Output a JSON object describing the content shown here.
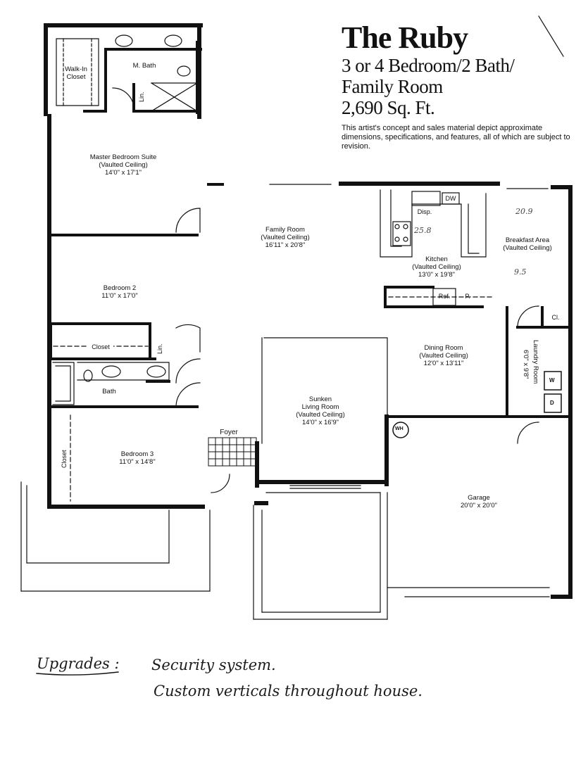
{
  "title": {
    "name": "The Ruby",
    "line1": "3 or 4 Bedroom/2 Bath/",
    "line2": "Family Room",
    "line3": "2,690 Sq. Ft.",
    "disclaimer": "This artist's concept and sales material depict approximate dimensions, specifications, and features, all of which are subject to revision."
  },
  "rooms": {
    "walk_in_closet": "Walk-In Closet",
    "m_bath": "M. Bath",
    "lin_master": "Lin.",
    "master": {
      "name": "Master Bedroom Suite",
      "sub": "(Vaulted Ceiling)",
      "dim": "14'0\" x 17'1\""
    },
    "family": {
      "name": "Family Room",
      "sub": "(Vaulted Ceiling)",
      "dim": "16'11\" x 20'8\""
    },
    "bedroom2": {
      "name": "Bedroom 2",
      "dim": "11'0\" x 17'0\""
    },
    "closet2": "Closet",
    "lin_hall": "Lin.",
    "bath": "Bath",
    "bedroom3": {
      "name": "Bedroom 3",
      "dim": "11'0\" x 14'8\""
    },
    "closet3": "Closet",
    "foyer": "Foyer",
    "living": {
      "name": "Sunken",
      "name2": "Living Room",
      "sub": "(Vaulted Ceiling)",
      "dim": "14'0\" x 16'9\""
    },
    "kitchen": {
      "name": "Kitchen",
      "sub": "(Vaulted Ceiling)",
      "dim": "13'0\" x 19'8\""
    },
    "dw": "DW",
    "disp": "Disp.",
    "ref": "Ref.",
    "pantry": "P.",
    "breakfast": {
      "name": "Breakfast Area",
      "sub": "(Vaulted Ceiling)"
    },
    "cl": "Cl.",
    "dining": {
      "name": "Dining Room",
      "sub": "(Vaulted Ceiling)",
      "dim": "12'0\" x 13'11\""
    },
    "laundry": {
      "name": "Laundry Room",
      "dim": "6'0\" x 9'8\""
    },
    "washer": "W",
    "dryer": "D",
    "wh": "WH",
    "garage": {
      "name": "Garage",
      "dim": "20'0\" x 20'0\""
    }
  },
  "handwriting": {
    "label": "Upgrades :",
    "line1": "Security system.",
    "line2": "Custom verticals throughout house."
  },
  "annotations": {
    "kitchen_note": "25.8",
    "breakfast_note1": "20.9",
    "breakfast_note2": "9.5"
  }
}
